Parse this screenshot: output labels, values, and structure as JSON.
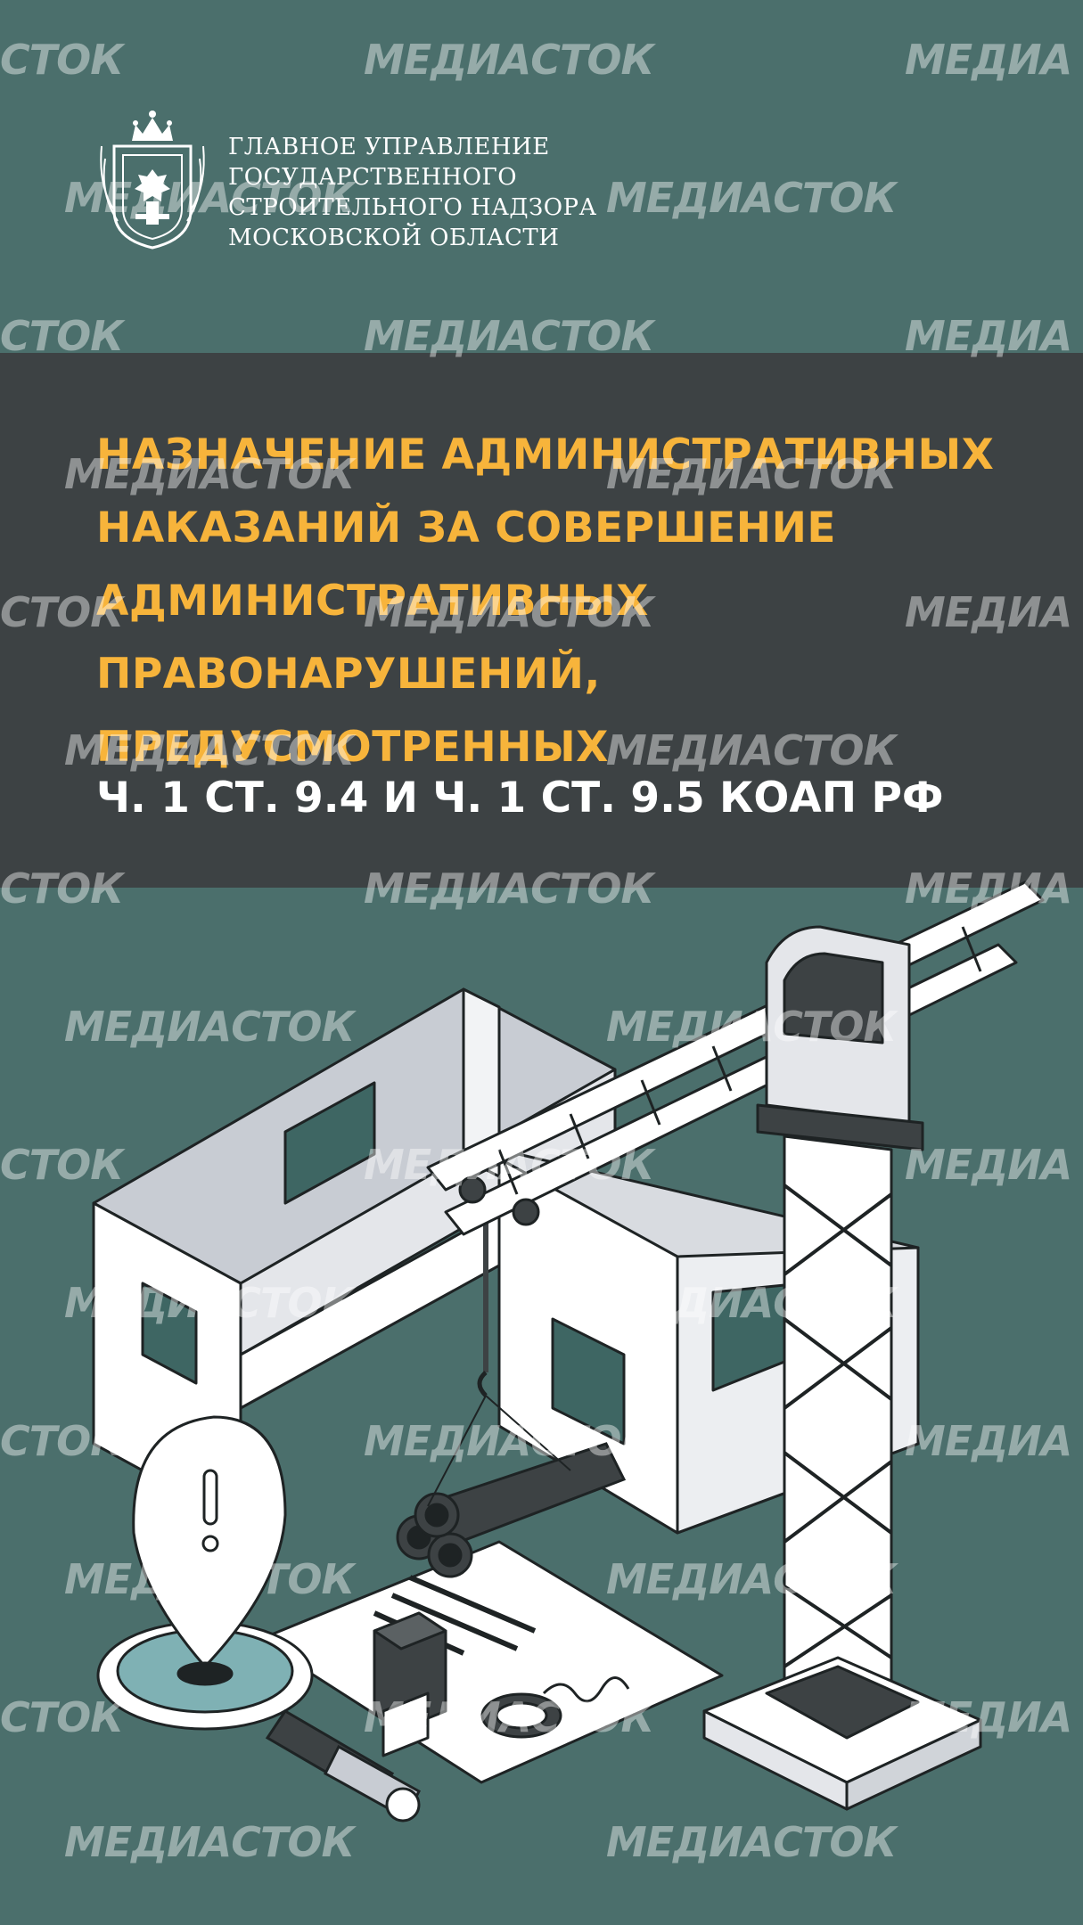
{
  "organization": {
    "lines": [
      "ГЛАВНОЕ УПРАВЛЕНИЕ",
      "ГОСУДАРСТВЕННОГО",
      "СТРОИТЕЛЬНОГО НАДЗОРА",
      "МОСКОВСКОЙ ОБЛАСТИ"
    ],
    "emblem": "moscow-oblast-coat-of-arms-icon"
  },
  "title": {
    "lines": [
      "НАЗНАЧЕНИЕ АДМИНИСТРАТИВНЫХ",
      "НАКАЗАНИЙ ЗА СОВЕРШЕНИЕ",
      "АДМИНИСТРАТИВНЫХ",
      "ПРАВОНАРУШЕНИЙ,",
      "ПРЕДУСМОТРЕННЫХ"
    ],
    "subtitle": "Ч. 1 СТ. 9.4 И Ч. 1 СТ. 9.5 КОАП РФ"
  },
  "watermark": {
    "text": "МЕДИАСТОК",
    "text_left_cut": "СТОК",
    "text_right_cut": "МЕДИА"
  },
  "illustration": {
    "icons": [
      "building-frame-icon",
      "tower-crane-icon",
      "pipes-bundle-icon",
      "document-icon",
      "stamp-icon",
      "alert-pin-icon",
      "magnifier-icon"
    ]
  },
  "colors": {
    "background": "#4b6f6c",
    "band": "#3d4244",
    "title_accent": "#f7b43b",
    "text": "#ffffff"
  }
}
